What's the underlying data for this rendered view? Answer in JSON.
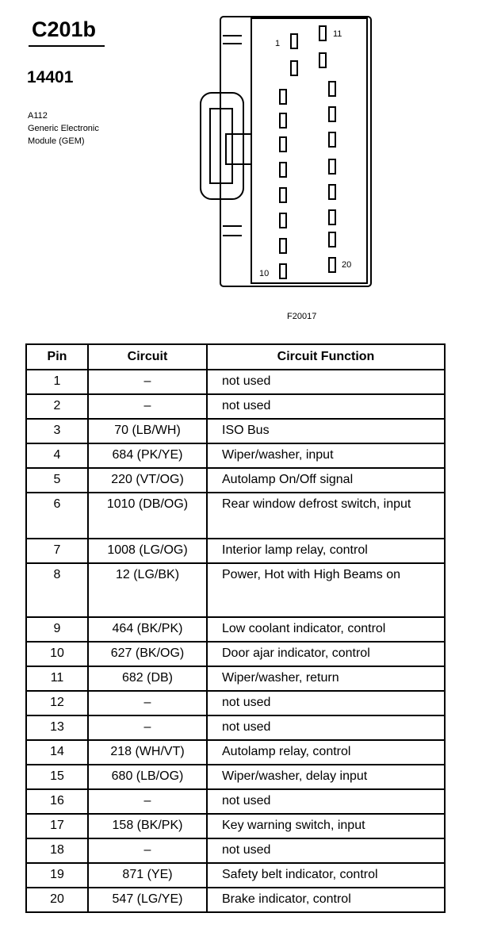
{
  "connector": {
    "title": "C201b",
    "part_number": "14401",
    "description": [
      "A112",
      "Generic Electronic",
      "Module (GEM)"
    ],
    "figure_id": "F20017",
    "pin_labels": {
      "p1": "1",
      "p11": "11",
      "p10": "10",
      "p20": "20"
    }
  },
  "table": {
    "headers": {
      "pin": "Pin",
      "circuit": "Circuit",
      "function": "Circuit Function"
    },
    "rows": [
      {
        "pin": "1",
        "circuit": "–",
        "function": "not used"
      },
      {
        "pin": "2",
        "circuit": "–",
        "function": "not used"
      },
      {
        "pin": "3",
        "circuit": "70 (LB/WH)",
        "function": "ISO Bus"
      },
      {
        "pin": "4",
        "circuit": "684 (PK/YE)",
        "function": "Wiper/washer, input"
      },
      {
        "pin": "5",
        "circuit": "220 (VT/OG)",
        "function": "Autolamp On/Off signal"
      },
      {
        "pin": "6",
        "circuit": "1010 (DB/OG)",
        "function": "Rear window defrost switch, input"
      },
      {
        "pin": "7",
        "circuit": "1008 (LG/OG)",
        "function": "Interior lamp relay, control"
      },
      {
        "pin": "8",
        "circuit": "12 (LG/BK)",
        "function": "Power, Hot with High Beams on"
      },
      {
        "pin": "9",
        "circuit": "464 (BK/PK)",
        "function": "Low coolant indicator, control"
      },
      {
        "pin": "10",
        "circuit": "627 (BK/OG)",
        "function": "Door ajar indicator, control"
      },
      {
        "pin": "11",
        "circuit": "682 (DB)",
        "function": "Wiper/washer, return"
      },
      {
        "pin": "12",
        "circuit": "–",
        "function": "not used"
      },
      {
        "pin": "13",
        "circuit": "–",
        "function": "not used"
      },
      {
        "pin": "14",
        "circuit": "218 (WH/VT)",
        "function": "Autolamp relay, control"
      },
      {
        "pin": "15",
        "circuit": "680 (LB/OG)",
        "function": "Wiper/washer, delay input"
      },
      {
        "pin": "16",
        "circuit": "–",
        "function": "not used"
      },
      {
        "pin": "17",
        "circuit": "158 (BK/PK)",
        "function": "Key warning switch, input"
      },
      {
        "pin": "18",
        "circuit": "–",
        "function": "not used"
      },
      {
        "pin": "19",
        "circuit": "871 (YE)",
        "function": "Safety belt indicator, control"
      },
      {
        "pin": "20",
        "circuit": "547 (LG/YE)",
        "function": "Brake indicator, control"
      }
    ]
  }
}
